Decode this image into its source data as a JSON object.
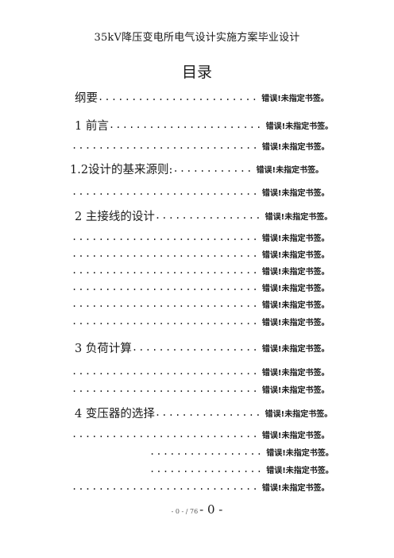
{
  "header": {
    "title": "35kV降压变电所电气设计实施方案毕业设计"
  },
  "toc": {
    "title": "目录",
    "error_text": "错误!未指定书签。",
    "entries": [
      {
        "label": "纲要",
        "dots": ".........................."
      },
      {
        "label": "1 前言",
        "dots": "........................"
      },
      {
        "label": "",
        "dots": "..............................."
      },
      {
        "label": "1.2设计的基来源则:",
        "dots": "............"
      },
      {
        "label": "",
        "dots": "..............................."
      },
      {
        "label": "2 主接线的设计",
        "dots": "................"
      },
      {
        "label": "",
        "dots": "..............................."
      },
      {
        "label": "",
        "dots": "..............................."
      },
      {
        "label": "",
        "dots": "..............................."
      },
      {
        "label": "",
        "dots": "..............................."
      },
      {
        "label": "",
        "dots": "..............................."
      },
      {
        "label": "",
        "dots": "..............................."
      },
      {
        "label": "3 负荷计算",
        "dots": "...................."
      },
      {
        "label": "",
        "dots": "..............................."
      },
      {
        "label": "",
        "dots": "..............................."
      },
      {
        "label": "4 变压器的选择",
        "dots": "................"
      },
      {
        "label": "",
        "dots": "..............................."
      },
      {
        "label": "",
        "dots": ".................."
      },
      {
        "label": "",
        "dots": ".................."
      },
      {
        "label": "",
        "dots": "..............................."
      }
    ]
  },
  "footer": {
    "small": "- 0 - / 76",
    "big": "- 0 -"
  }
}
